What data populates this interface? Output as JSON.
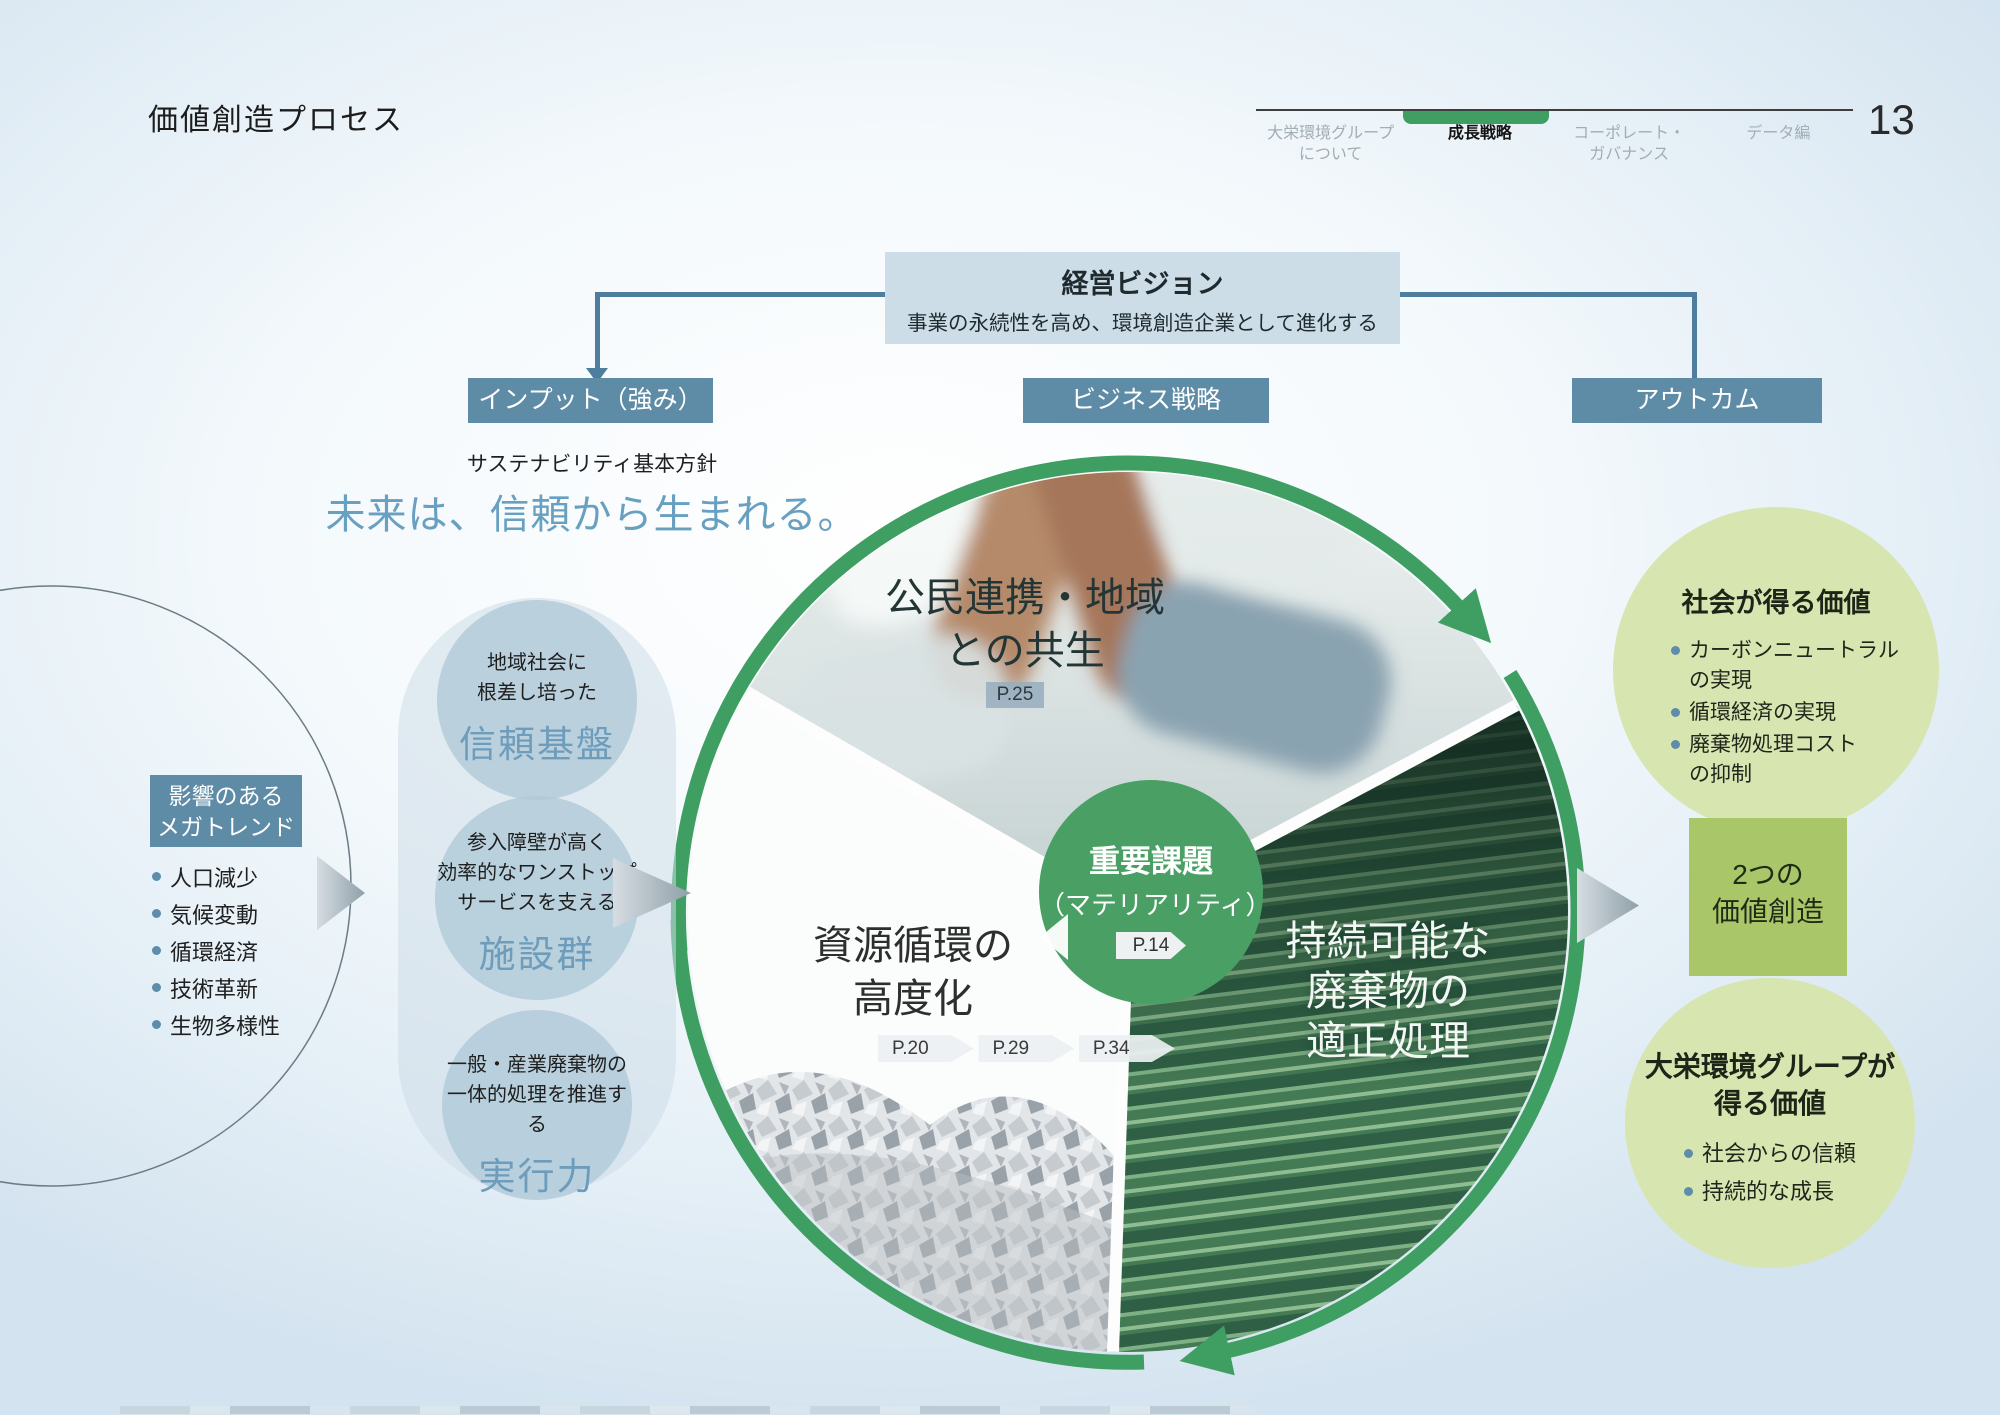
{
  "page": {
    "title": "価値創造プロセス",
    "number": "13"
  },
  "nav": {
    "items": [
      {
        "line1": "大栄環境グループ",
        "line2": "について",
        "active": false
      },
      {
        "line1": "成長戦略",
        "line2": "",
        "active": true
      },
      {
        "line1": "コーポレート・",
        "line2": "ガバナンス",
        "active": false
      },
      {
        "line1": "データ編",
        "line2": "",
        "active": false
      }
    ]
  },
  "vision": {
    "title": "経営ビジョン",
    "subtitle": "事業の永続性を高め、環境創造企業として進化する"
  },
  "columns": {
    "input_label": "インプット（強み）",
    "business_label": "ビジネス戦略",
    "outcome_label": "アウトカム"
  },
  "sustainability": {
    "caption": "サステナビリティ基本方針",
    "slogan": "未来は、信頼から生まれる。"
  },
  "megatrends": {
    "title_line1": "影響のある",
    "title_line2": "メガトレンド",
    "items": [
      "人口減少",
      "気候変動",
      "循環経済",
      "技術革新",
      "生物多様性"
    ]
  },
  "strengths": [
    {
      "desc_lines": [
        "地域社会に",
        "根差し培った"
      ],
      "keyword": "信頼基盤"
    },
    {
      "desc_lines": [
        "参入障壁が高く",
        "効率的なワンストップ",
        "サービスを支える"
      ],
      "keyword": "施設群"
    },
    {
      "desc_lines": [
        "一般・産業廃棄物の",
        "一体的処理を推進する"
      ],
      "keyword": "実行力"
    }
  ],
  "materiality": {
    "center_line1": "重要課題",
    "center_line2": "（マテリアリティ）",
    "center_page": "P.14",
    "segments": [
      {
        "title_lines": [
          "公民連携・地域",
          "との共生"
        ],
        "pages": [
          "P.25"
        ]
      },
      {
        "title_lines": [
          "資源循環の",
          "高度化"
        ],
        "pages": [
          "P.20",
          "P.29",
          "P.34"
        ]
      },
      {
        "title_lines": [
          "持続可能な",
          "廃棄物の",
          "適正処理"
        ],
        "pages": []
      }
    ]
  },
  "outcomes": {
    "society": {
      "title": "社会が得る価値",
      "items_lines": [
        [
          "カーボンニュートラル",
          "の実現"
        ],
        [
          "循環経済の実現"
        ],
        [
          "廃棄物処理コスト",
          "の抑制"
        ]
      ]
    },
    "two_values": {
      "line1": "2つの",
      "line2": "価値創造"
    },
    "group": {
      "title_line1": "大栄環境グループが",
      "title_line2": "得る価値",
      "items": [
        "社会からの信頼",
        "持続的な成長"
      ]
    }
  },
  "colors": {
    "accent_blue": "#5e8ca6",
    "connector_blue": "#4d7e9d",
    "ring_green": "#3f9e61",
    "center_green": "#4aa064",
    "light_green": "#d7e5b0",
    "mid_green": "#a9c768",
    "keyword_blue": "#6e9dbc",
    "slogan_blue": "#68a0c1",
    "vision_bg": "#ccdde8"
  }
}
